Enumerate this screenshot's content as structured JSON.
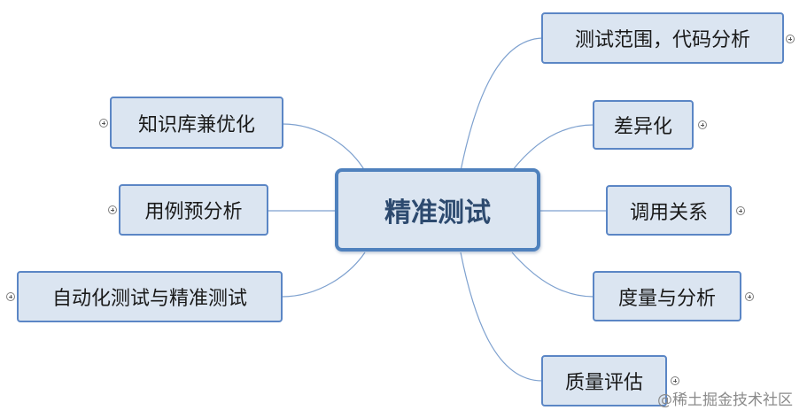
{
  "central": {
    "label": "精准测试"
  },
  "right": [
    {
      "label": "测试范围，代码分析"
    },
    {
      "label": "差异化"
    },
    {
      "label": "调用关系"
    },
    {
      "label": "度量与分析"
    },
    {
      "label": "质量评估"
    }
  ],
  "left": [
    {
      "label": "知识库兼优化"
    },
    {
      "label": "用例预分析"
    },
    {
      "label": "自动化测试与精准测试"
    }
  ],
  "watermark": "@稀土掘金技术社区",
  "colors": {
    "node_fill": "#dbe5f1",
    "node_border": "#5b86c5",
    "central_border": "#4f81bd",
    "central_text": "#2d4a6f",
    "connector": "#7ea1cf"
  },
  "icons": {
    "expand": "circle-plus-icon"
  }
}
